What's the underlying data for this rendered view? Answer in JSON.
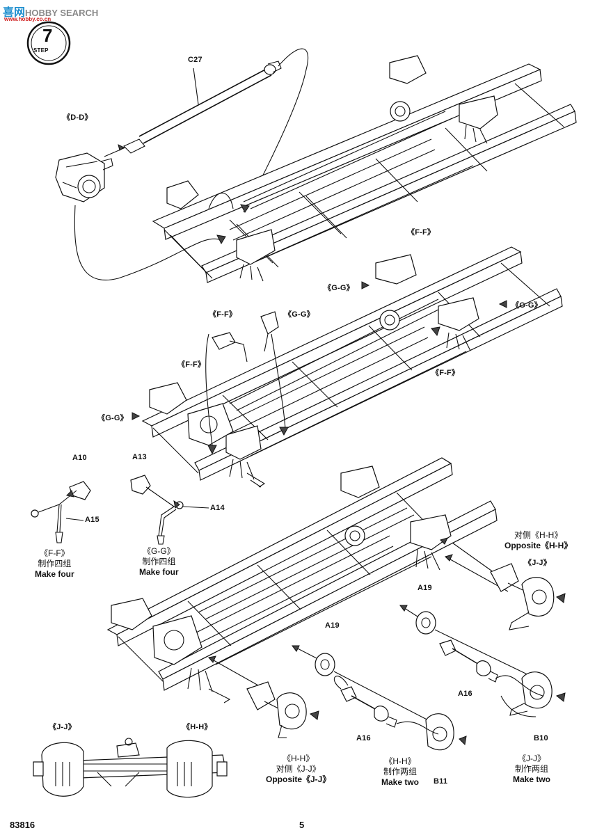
{
  "watermark": {
    "cn": "喜网",
    "en": "HOBBY SEARCH",
    "sub": "www.hobby.co.cn"
  },
  "step": {
    "word": "STEP",
    "number": "7"
  },
  "labels": {
    "c27": "C27",
    "dd": "《D-D》",
    "ff_top": "《F-F》",
    "gg_top_left": "《G-G》",
    "gg_top_right": "《G-G》",
    "ff_top_right": "《F-F》",
    "ff_mid": "《F-F》",
    "gg_mid": "《G-G》",
    "ff_mid_left": "《F-F》",
    "gg_mid_left": "《G-G》",
    "a10": "A10",
    "a13": "A13",
    "a14": "A14",
    "a15": "A15",
    "a19_a": "A19",
    "a19_b": "A19",
    "a16_a": "A16",
    "a16_b": "A16",
    "b10": "B10",
    "b11": "B11",
    "jj_bottom_left": "《J-J》",
    "hh_bottom_left": "《H-H》",
    "jj_right": "《J-J》"
  },
  "captions": {
    "ff_make_four": {
      "ref": "《F-F》",
      "cn": "制作四组",
      "en": "Make four"
    },
    "gg_make_four": {
      "ref": "《G-G》",
      "cn": "制作四组",
      "en": "Make four"
    },
    "hh_opposite_top": {
      "cn": "对侧《H-H》",
      "en": "Opposite《H-H》"
    },
    "hh_opposite_jj": {
      "ref": "《H-H》",
      "cn": "对侧《J-J》",
      "en": "Opposite《J-J》"
    },
    "hh_make_two": {
      "ref": "《H-H》",
      "cn": "制作两组",
      "en": "Make two"
    },
    "jj_make_two": {
      "ref": "《J-J》",
      "cn": "制作两组",
      "en": "Make two"
    }
  },
  "footer": {
    "kit_number": "83816",
    "page_number": "5"
  }
}
